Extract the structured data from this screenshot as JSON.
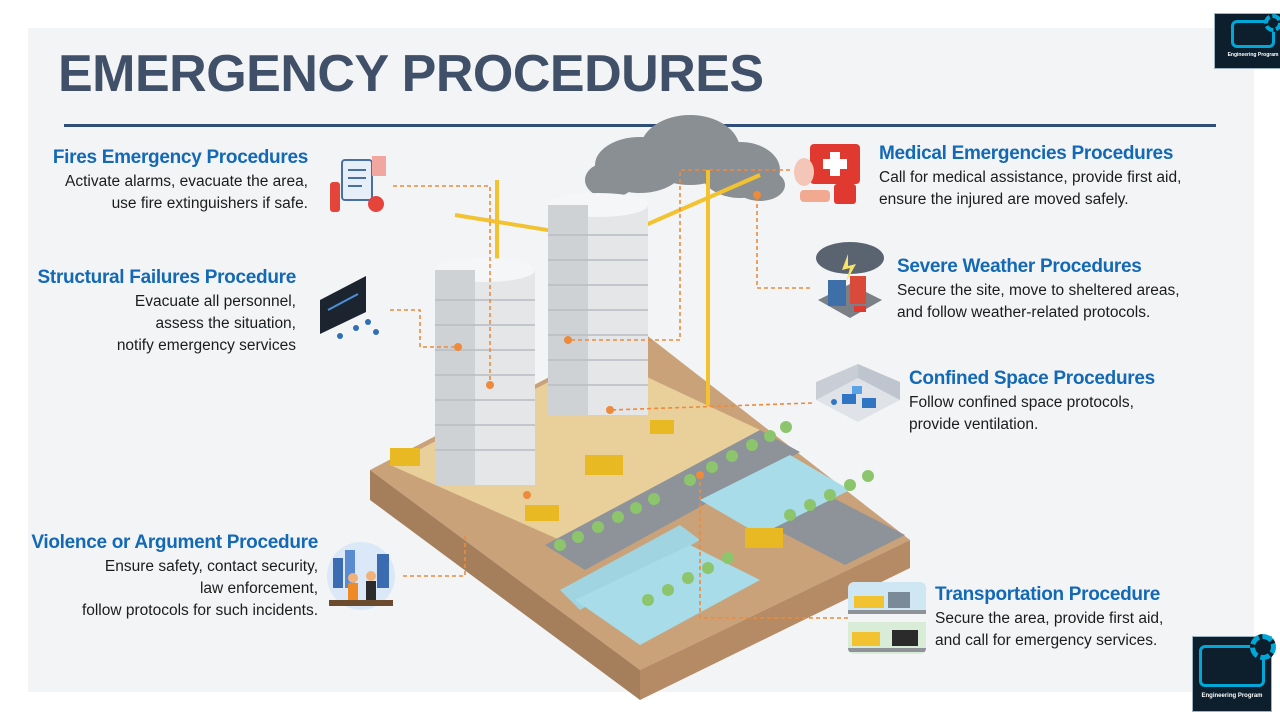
{
  "title": "EMERGENCY PROCEDURES",
  "logo": {
    "text": "Engineering Program"
  },
  "procedures": {
    "fires": {
      "heading": "Fires Emergency Procedures",
      "line1": "Activate alarms, evacuate the area,",
      "line2": "use fire extinguishers if safe."
    },
    "structural": {
      "heading": "Structural Failures Procedure",
      "line1": "Evacuate all personnel,",
      "line2": "assess the situation,",
      "line3": "notify emergency services"
    },
    "violence": {
      "heading": "Violence or Argument Procedure",
      "line1": "Ensure safety, contact security,",
      "line2": "law enforcement,",
      "line3": "follow protocols for such incidents."
    },
    "medical": {
      "heading": "Medical Emergencies Procedures",
      "line1": "Call for medical assistance, provide first aid,",
      "line2": "ensure the injured are moved safely."
    },
    "weather": {
      "heading": "Severe Weather Procedures",
      "line1": "Secure the site, move to sheltered areas,",
      "line2": "and follow weather-related protocols."
    },
    "confined": {
      "heading": "Confined Space Procedures",
      "line1": "Follow confined space protocols,",
      "line2": "provide ventilation."
    },
    "transport": {
      "heading": "Transportation Procedure",
      "line1": "Secure the area, provide first aid,",
      "line2": "and call for emergency services."
    }
  },
  "colors": {
    "title": "#3f5068",
    "heading": "#1369b5",
    "connector": "#ee8a3c",
    "rule": "#2f4f7a"
  },
  "icons": [
    "fire-checklist-icon",
    "structural-failure-icon",
    "violence-argument-icon",
    "medical-kit-icon",
    "severe-weather-icon",
    "confined-space-icon",
    "transportation-icon"
  ]
}
